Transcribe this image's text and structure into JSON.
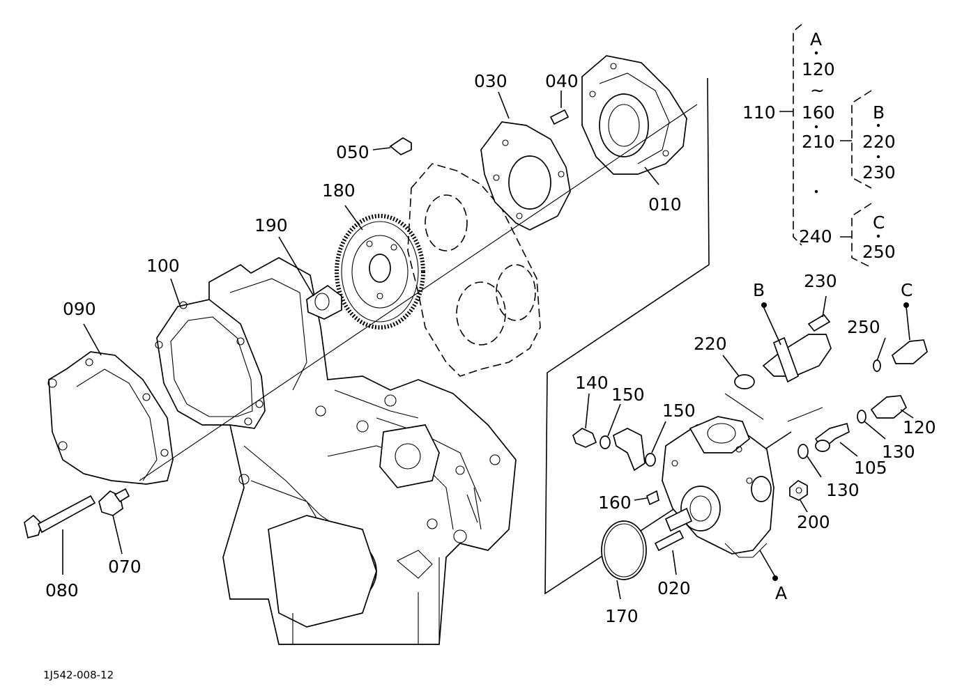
{
  "labels": {
    "p010": "010",
    "p020": "020",
    "p030": "030",
    "p040": "040",
    "p050": "050",
    "p070": "070",
    "p080": "080",
    "p090": "090",
    "p100": "100",
    "p105": "105",
    "p110": "110",
    "p120": "120",
    "p130a": "130",
    "p130b": "130",
    "p140": "140",
    "p150a": "150",
    "p150b": "150",
    "p160": "160",
    "p170": "170",
    "p180": "180",
    "p190": "190",
    "p200": "200",
    "p220": "220",
    "p230": "230",
    "p250": "250",
    "refA": "A",
    "refB": "B",
    "refC": "C"
  },
  "legend": {
    "groupA": "A",
    "groupB": "B",
    "groupC": "C",
    "a_from": "120",
    "a_tilde": "~",
    "a_to": "160",
    "a_210": "210",
    "a_240": "240",
    "b_220": "220",
    "b_230": "230",
    "c_250": "250",
    "parent": "110"
  },
  "footer": {
    "code": "1J542-008-12"
  }
}
